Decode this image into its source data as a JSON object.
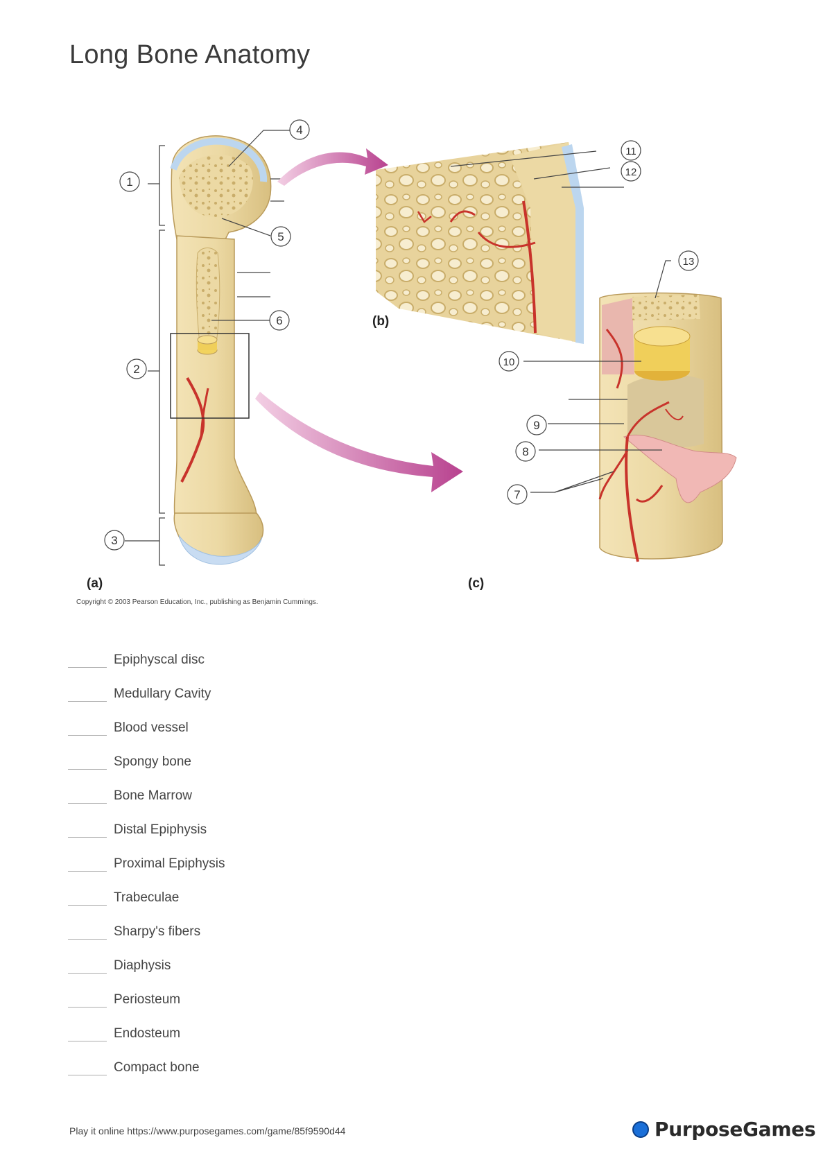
{
  "title": "Long Bone Anatomy",
  "figure": {
    "panel_labels": {
      "a": "(a)",
      "b": "(b)",
      "c": "(c)"
    },
    "callouts": [
      "1",
      "2",
      "3",
      "4",
      "5",
      "6",
      "7",
      "8",
      "9",
      "10",
      "11",
      "12",
      "13"
    ],
    "copyright": "Copyright © 2003 Pearson Education, Inc., publishing as Benjamin Cummings."
  },
  "answers": [
    "Epiphyscal disc",
    "Medullary Cavity",
    "Blood vessel",
    "Spongy bone",
    "Bone Marrow",
    "Distal Epiphysis",
    "Proximal Epiphysis",
    "Trabeculae",
    "Sharpy's fibers",
    "Diaphysis",
    "Periosteum",
    "Endosteum",
    "Compact bone"
  ],
  "footer": {
    "play_text": "Play it online https://www.purposegames.com/game/85f9590d44",
    "brand": "PurposeGames"
  },
  "colors": {
    "bone": "#ecd9a4",
    "bone_dark": "#d9bf7d",
    "cartilage": "#bcd6ef",
    "vessel": "#c8332b",
    "arrow": "#b8428f",
    "marrow": "#f2d35e"
  }
}
